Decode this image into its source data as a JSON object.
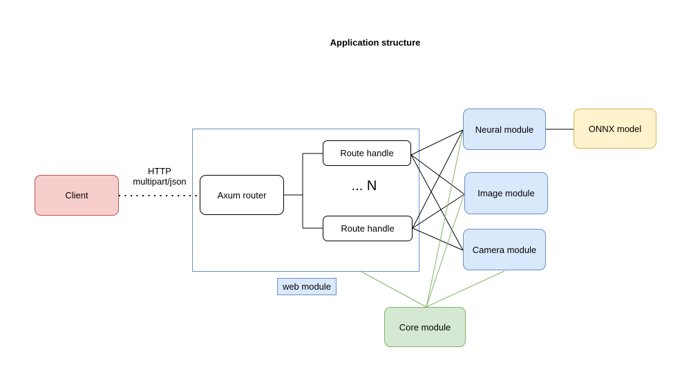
{
  "title": "Application structure",
  "colors": {
    "black": "#000000",
    "blue_fill": "#dae8fc",
    "blue_stroke": "#6c8ebf",
    "red_fill": "#f8cecc",
    "red_stroke": "#b85450",
    "green_fill": "#d5e8d4",
    "green_stroke": "#82b366",
    "yellow_fill": "#fff2cc",
    "yellow_stroke": "#d6b656",
    "white_fill": "#ffffff"
  },
  "nodes": {
    "client": {
      "label": "Client"
    },
    "axum_router": {
      "label": "Axum router"
    },
    "route_handle_top": {
      "label": "Route handle"
    },
    "route_handle_bottom": {
      "label": "Route handle"
    },
    "route_ellipsis": {
      "label": "... N"
    },
    "web_module": {
      "label": "web module"
    },
    "neural_module": {
      "label": "Neural module"
    },
    "image_module": {
      "label": "Image module"
    },
    "camera_module": {
      "label": "Camera module"
    },
    "onnx_model": {
      "label": "ONNX model"
    },
    "core_module": {
      "label": "Core module"
    }
  },
  "edge_labels": {
    "http_line1": "HTTP",
    "http_line2": "multipart/json"
  },
  "edges": [
    {
      "from": "client",
      "to": "axum_router",
      "style": "dotted",
      "color": "#000000",
      "label": "HTTP multipart/json"
    },
    {
      "from": "axum_router",
      "to": "route_handle_top",
      "style": "solid",
      "color": "#000000"
    },
    {
      "from": "axum_router",
      "to": "route_handle_bottom",
      "style": "solid",
      "color": "#000000"
    },
    {
      "from": "route_handle_top",
      "to": "neural_module",
      "style": "solid",
      "color": "#000000"
    },
    {
      "from": "route_handle_top",
      "to": "image_module",
      "style": "solid",
      "color": "#000000"
    },
    {
      "from": "route_handle_top",
      "to": "camera_module",
      "style": "solid",
      "color": "#000000"
    },
    {
      "from": "route_handle_bottom",
      "to": "neural_module",
      "style": "solid",
      "color": "#000000"
    },
    {
      "from": "route_handle_bottom",
      "to": "image_module",
      "style": "solid",
      "color": "#000000"
    },
    {
      "from": "route_handle_bottom",
      "to": "camera_module",
      "style": "solid",
      "color": "#000000"
    },
    {
      "from": "neural_module",
      "to": "onnx_model",
      "style": "solid",
      "color": "#000000"
    },
    {
      "from": "core_module",
      "to": "web_module",
      "style": "solid",
      "color": "#82b366"
    },
    {
      "from": "core_module",
      "to": "neural_module",
      "style": "solid",
      "color": "#82b366"
    },
    {
      "from": "core_module",
      "to": "image_module",
      "style": "solid",
      "color": "#82b366"
    },
    {
      "from": "core_module",
      "to": "camera_module",
      "style": "solid",
      "color": "#82b366"
    }
  ]
}
